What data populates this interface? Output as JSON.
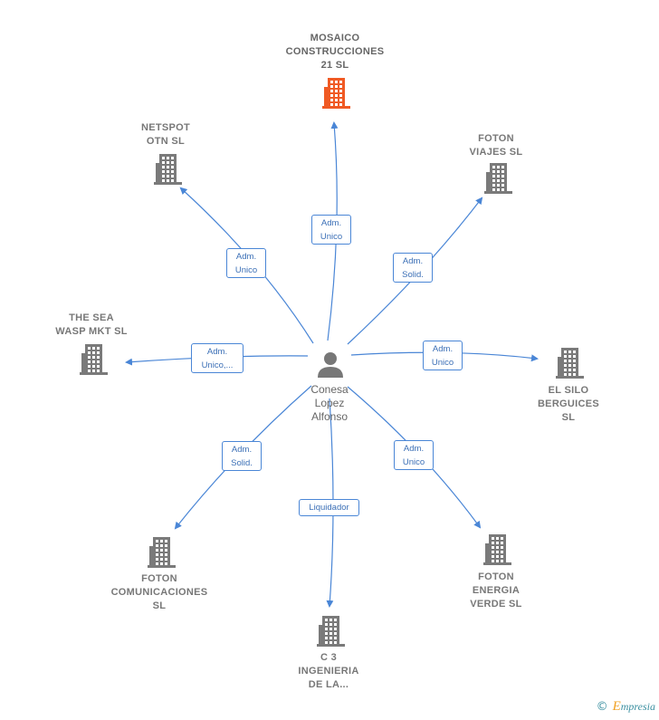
{
  "colors": {
    "edge": "#4a86d6",
    "building": "#7a7a7a",
    "building_highlight": "#f05a24",
    "person": "#777777"
  },
  "person": {
    "label": "Conesa\nLopez\nAlfonso",
    "icon": "person-icon"
  },
  "companies": [
    {
      "id": "mosaico",
      "label": "MOSAICO\nCONSTRUCCIONES\n21  SL",
      "highlight": true,
      "role": "Adm.\nUnico"
    },
    {
      "id": "foton-viajes",
      "label": "FOTON\nVIAJES  SL",
      "highlight": false,
      "role": "Adm.\nSolid."
    },
    {
      "id": "el-silo",
      "label": "EL SILO\nBERGUICES\nSL",
      "highlight": false,
      "role": "Adm.\nUnico"
    },
    {
      "id": "foton-energia",
      "label": "FOTON\nENERGIA\nVERDE  SL",
      "highlight": false,
      "role": "Adm.\nUnico"
    },
    {
      "id": "c3",
      "label": "C 3\nINGENIERIA\nDE LA...",
      "highlight": false,
      "role": "Liquidador"
    },
    {
      "id": "foton-comunicaciones",
      "label": "FOTON\nCOMUNICACIONES\nSL",
      "highlight": false,
      "role": "Adm.\nSolid."
    },
    {
      "id": "the-sea",
      "label": "THE SEA\nWASP MKT SL",
      "highlight": false,
      "role": "Adm.\nUnico,..."
    },
    {
      "id": "netspot",
      "label": "NETSPOT\nOTN  SL",
      "highlight": false,
      "role": "Adm.\nUnico"
    }
  ],
  "footer": {
    "copyright": "©",
    "brand_first": "E",
    "brand_rest": "mpresia"
  }
}
